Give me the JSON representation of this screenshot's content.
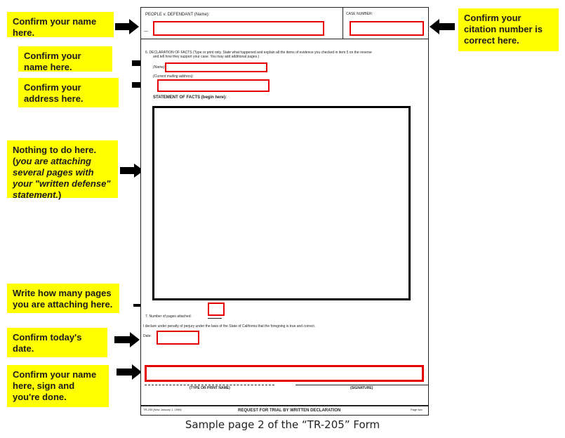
{
  "notes": {
    "name_top": "Confirm your name here.",
    "citation": "Confirm your citation number is correct here.",
    "name_decl": "Confirm your name here.",
    "address": "Confirm your address here.",
    "nothing_lead": "Nothing to do here.  (",
    "nothing_italic": "you are attaching several pages with your \"written defense\" statement.",
    "nothing_tail": ")",
    "pages": "Write how many pages you are attaching here.",
    "date": "Confirm today's date.",
    "sign": "Confirm your name here, sign and you're done."
  },
  "form": {
    "people_label": "PEOPLE v. DEFENDANT (Name):",
    "case_label": "CASE NUMBER:",
    "dash": "—",
    "item6_line1": "6.    DECLARATION OF FACTS (Type or print only. State what happened and explain all the items of evidence you checked in item 5 on the reverse",
    "item6_line2": "and tell how they support your case. You may add additional pages.)",
    "name_label": "(Name):",
    "address_label": "(Current mailing address):",
    "statement_label": "STATEMENT OF FACTS (begin here):",
    "pages_label": "7.    Number of pages attached:",
    "declare": "I declare under penalty of perjury under the laws of the State of California that the foregoing is true and correct.",
    "date_label": "Date:",
    "type_name": "(TYPE OR PRINT NAME)",
    "signature": "(SIGNATURE)",
    "footer_left": "TR-205 [New January 1, 1999]",
    "footer_center": "REQUEST FOR TRIAL BY WRITTEN DECLARATION",
    "footer_right": "Page two"
  },
  "caption": "Sample page 2 of the “TR-205” Form",
  "colors": {
    "note_bg": "#ffff00",
    "highlight_red": "#e60000",
    "arrow": "#000000"
  }
}
